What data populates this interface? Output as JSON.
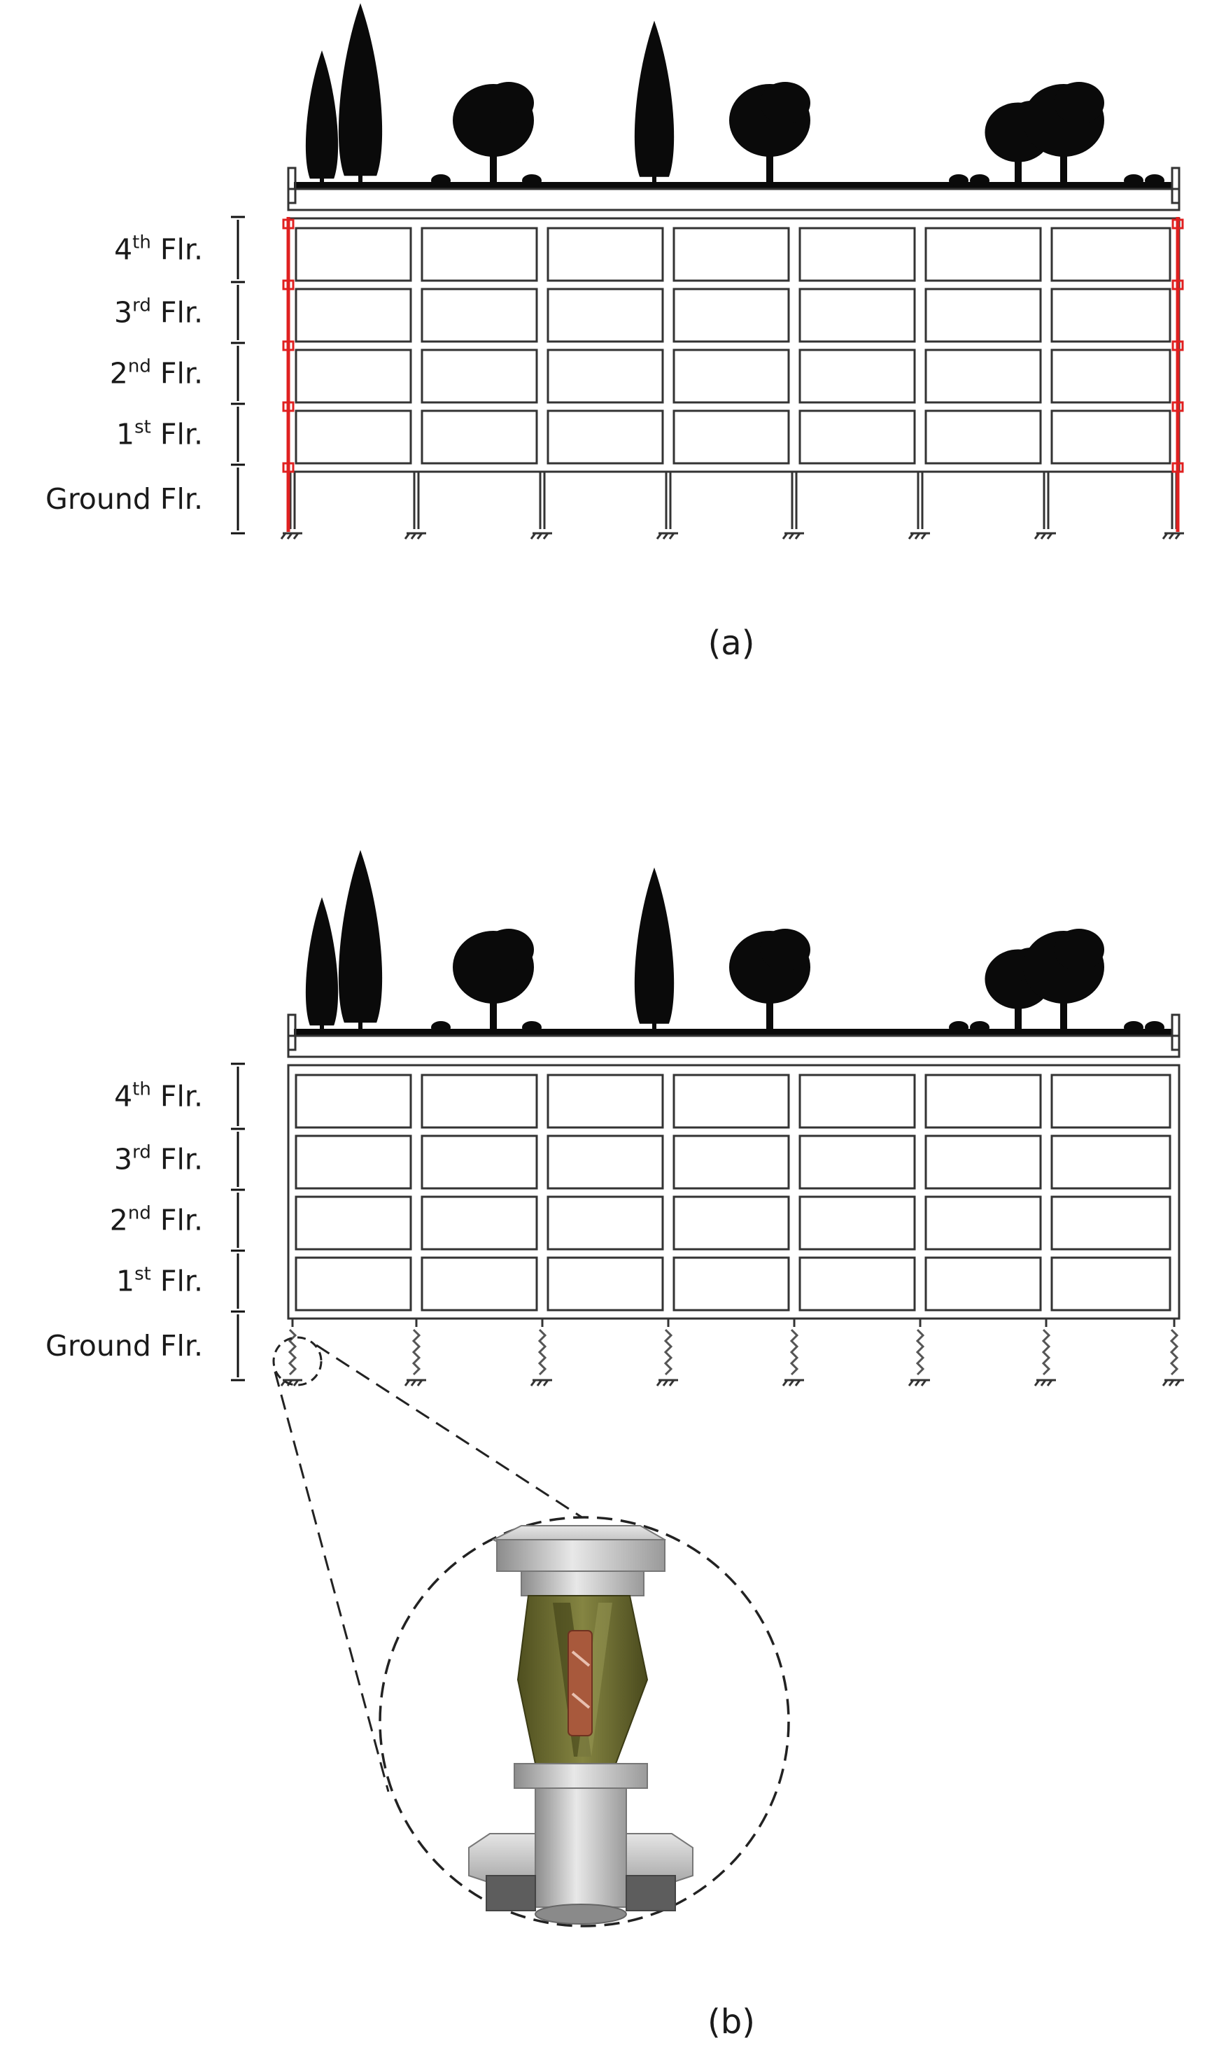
{
  "panels": [
    {
      "caption": "(a)",
      "floors": [
        {
          "num": "4",
          "sup": "th",
          "suffix": "Flr."
        },
        {
          "num": "3",
          "sup": "rd",
          "suffix": "Flr."
        },
        {
          "num": "2",
          "sup": "nd",
          "suffix": "Flr."
        },
        {
          "num": "1",
          "sup": "st",
          "suffix": "Flr."
        },
        {
          "num": "Ground",
          "sup": "",
          "suffix": "Flr."
        }
      ]
    },
    {
      "caption": "(b)",
      "floors": [
        {
          "num": "4",
          "sup": "th",
          "suffix": "Flr."
        },
        {
          "num": "3",
          "sup": "rd",
          "suffix": "Flr."
        },
        {
          "num": "2",
          "sup": "nd",
          "suffix": "Flr."
        },
        {
          "num": "1",
          "sup": "st",
          "suffix": "Flr."
        },
        {
          "num": "Ground",
          "sup": "",
          "suffix": "Flr."
        }
      ]
    }
  ],
  "colors": {
    "frame": "#333333",
    "retrofit": "#e02020",
    "silhouette": "#0a0a0a",
    "isolator_metal": "#c8c8c8",
    "isolator_core": "#6b6a2e",
    "isolator_copper": "#a8593c"
  }
}
